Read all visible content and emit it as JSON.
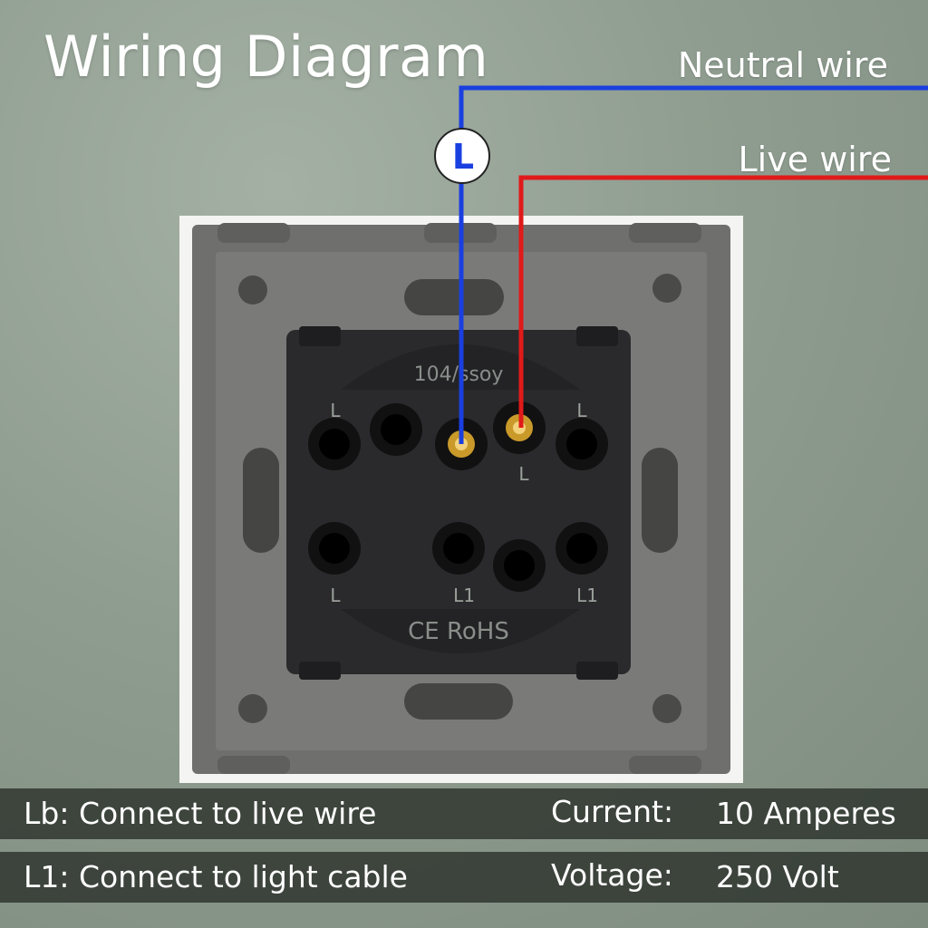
{
  "title": "Wiring Diagram",
  "wires": {
    "neutral_label": "Neutral wire",
    "live_label": "Live wire",
    "neutral_color": "#1a3fe0",
    "live_color": "#e01a1a",
    "badge_letter": "L"
  },
  "switch": {
    "model_text": "104/ssoy",
    "cert_text": "CE RoHS",
    "top_left_label": "L",
    "top_right_label": "L",
    "center_label": "L",
    "bottom_left_label": "L",
    "bottom_mid_label": "L1",
    "bottom_right_label": "L1"
  },
  "info": {
    "lb_text": "Lb: Connect to live wire",
    "l1_text": "L1: Connect to light cable",
    "current_label": "Current:",
    "current_value": "10 Amperes",
    "voltage_label": "Voltage:",
    "voltage_value": "250 Volt"
  }
}
